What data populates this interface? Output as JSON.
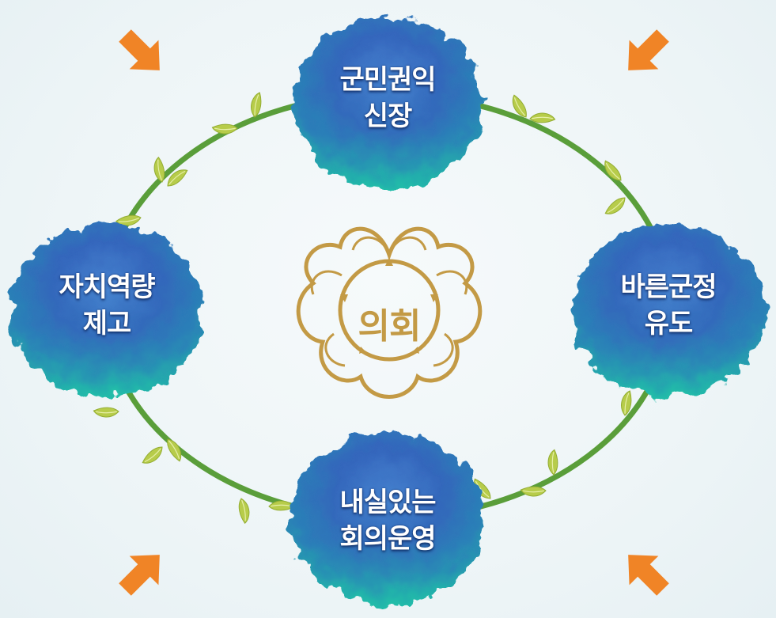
{
  "nodes": [
    {
      "id": "top",
      "lines": [
        "군민권익",
        "신장"
      ]
    },
    {
      "id": "right",
      "lines": [
        "바른군정",
        "유도"
      ]
    },
    {
      "id": "bottom",
      "lines": [
        "내실있는",
        "회의운영"
      ]
    },
    {
      "id": "left",
      "lines": [
        "자치역량",
        "제고"
      ]
    }
  ],
  "center": {
    "emblem_text": "의회",
    "icon": "council-emblem-icon"
  },
  "colors": {
    "ring": "#5a9e3a",
    "leaf": "#b7cc4a",
    "blob_outer": "#2f5fb7",
    "blob_inner": "#25b1ad",
    "arrow": "#f08426",
    "emblem": "#c39a45"
  }
}
